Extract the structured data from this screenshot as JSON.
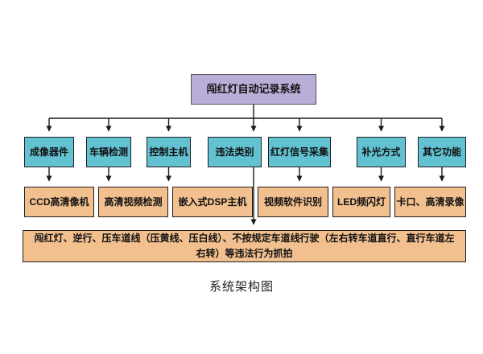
{
  "diagram": {
    "title": "系统架构图",
    "root": {
      "label": "闯红灯自动记录系统"
    },
    "level2": [
      {
        "label": "成像器件"
      },
      {
        "label": "车辆检测"
      },
      {
        "label": "控制主机"
      },
      {
        "label": "违法类别"
      },
      {
        "label": "红灯信号采集"
      },
      {
        "label": "补光方式"
      },
      {
        "label": "其它功能"
      }
    ],
    "level3": [
      {
        "label": "CCD高清像机"
      },
      {
        "label": "高清视频检测"
      },
      {
        "label": "嵌入式DSP主机"
      },
      {
        "label": "视频软件识别"
      },
      {
        "label": "LED频闪灯"
      },
      {
        "label": "卡口、高清录像"
      }
    ],
    "detail": {
      "label": "闯红灯、逆行、压车道线（压黄线、压白线）、不按规定车道线行驶（左右转车道直行、直行车道左右转）等违法行为抓拍"
    },
    "colors": {
      "root_fill": "#b9aed8",
      "root_border": "#53525f",
      "level2_fill": "#62c2d2",
      "level3_fill": "#f2c08f",
      "box_border": "#1f1f1f",
      "line": "#1a1a1a"
    }
  }
}
